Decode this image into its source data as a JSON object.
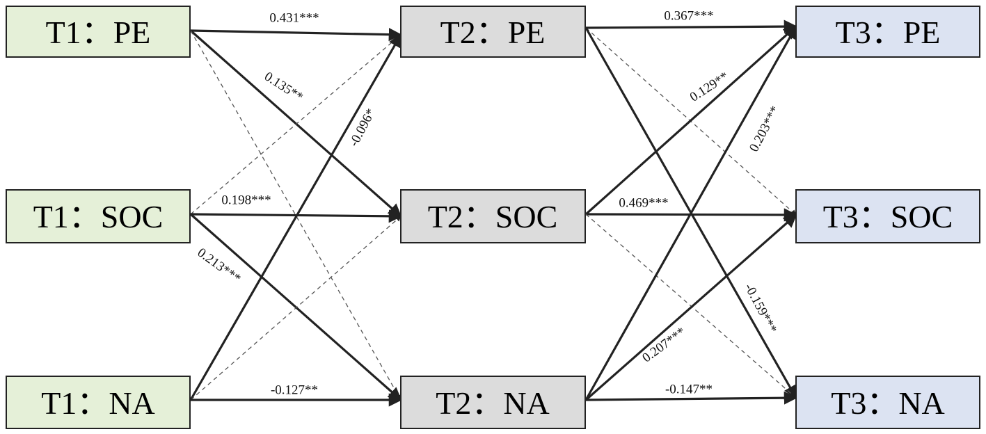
{
  "colors": {
    "t1_fill": "#e5f0d8",
    "t2_fill": "#dcdcdc",
    "t3_fill": "#dce3f2",
    "solid_line": "#222222",
    "dashed_line": "#555555"
  },
  "nodes": {
    "t1_pe": "T1：PE",
    "t1_soc": "T1：SOC",
    "t1_na": "T1：NA",
    "t2_pe": "T2：PE",
    "t2_soc": "T2：SOC",
    "t2_na": "T2：NA",
    "t3_pe": "T3：PE",
    "t3_soc": "T3：SOC",
    "t3_na": "T3：NA"
  },
  "paths": [
    {
      "from": "t1_pe",
      "to": "t2_pe",
      "coef": "0.431***",
      "significant": true
    },
    {
      "from": "t1_pe",
      "to": "t2_soc",
      "coef": "0.135**",
      "significant": true
    },
    {
      "from": "t1_pe",
      "to": "t2_na",
      "coef": "",
      "significant": false
    },
    {
      "from": "t1_soc",
      "to": "t2_pe",
      "coef": "",
      "significant": false
    },
    {
      "from": "t1_soc",
      "to": "t2_soc",
      "coef": "0.198***",
      "significant": true
    },
    {
      "from": "t1_soc",
      "to": "t2_na",
      "coef": "0.213***",
      "significant": true
    },
    {
      "from": "t1_na",
      "to": "t2_pe",
      "coef": "-0.096*",
      "significant": true
    },
    {
      "from": "t1_na",
      "to": "t2_soc",
      "coef": "",
      "significant": false
    },
    {
      "from": "t1_na",
      "to": "t2_na",
      "coef": "-0.127**",
      "significant": true
    },
    {
      "from": "t2_pe",
      "to": "t3_pe",
      "coef": "0.367***",
      "significant": true
    },
    {
      "from": "t2_pe",
      "to": "t3_soc",
      "coef": "",
      "significant": false
    },
    {
      "from": "t2_pe",
      "to": "t3_na",
      "coef": "-0.159***",
      "significant": true
    },
    {
      "from": "t2_soc",
      "to": "t3_pe",
      "coef": "0.129**",
      "significant": true
    },
    {
      "from": "t2_soc",
      "to": "t3_soc",
      "coef": "0.469***",
      "significant": true
    },
    {
      "from": "t2_soc",
      "to": "t3_na",
      "coef": "",
      "significant": false
    },
    {
      "from": "t2_na",
      "to": "t3_pe",
      "coef": "0.203***",
      "significant": true
    },
    {
      "from": "t2_na",
      "to": "t3_soc",
      "coef": "0.207***",
      "significant": true
    },
    {
      "from": "t2_na",
      "to": "t3_na",
      "coef": "-0.147**",
      "significant": true
    }
  ]
}
